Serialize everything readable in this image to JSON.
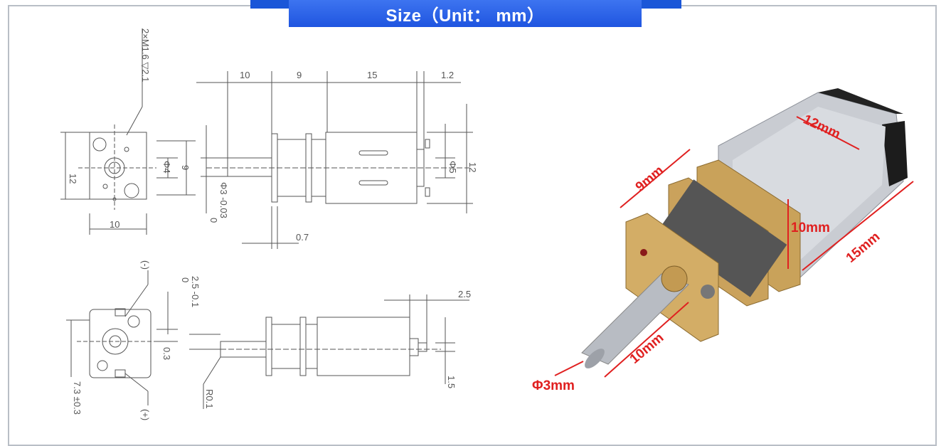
{
  "banner": {
    "title": "Size（Unit： mm）"
  },
  "colors": {
    "banner": "#1f55e0",
    "label": "#e02020",
    "drawing": "#555555",
    "frame": "#b9bec6"
  },
  "drawing": {
    "screw_note": "2×M1.6 ▽2.1",
    "top_dims": [
      "10",
      "9",
      "15",
      "1.2"
    ],
    "front_width": "12",
    "front_bottom": "10",
    "bore": "Φ4",
    "pitch": "9",
    "motor_dia": "Φ5",
    "height": "12",
    "shaft_tol_0": "0",
    "shaft_tol": "Φ3 -0.03",
    "gap": "0.7",
    "minus": "(-)",
    "plus": "(+)",
    "tol2_0": "0",
    "tol2": "2.5 -0.1",
    "offset": "0.3",
    "terminal_dist": "7.3 ±0.3",
    "radius": "R0.1",
    "tab_len": "2.5",
    "tab_h": "1.5"
  },
  "photo_labels": {
    "width": "12mm",
    "gearbox": "9mm",
    "height": "10mm",
    "motor_len": "15mm",
    "shaft_len": "10mm",
    "shaft_dia": "Φ3mm"
  }
}
